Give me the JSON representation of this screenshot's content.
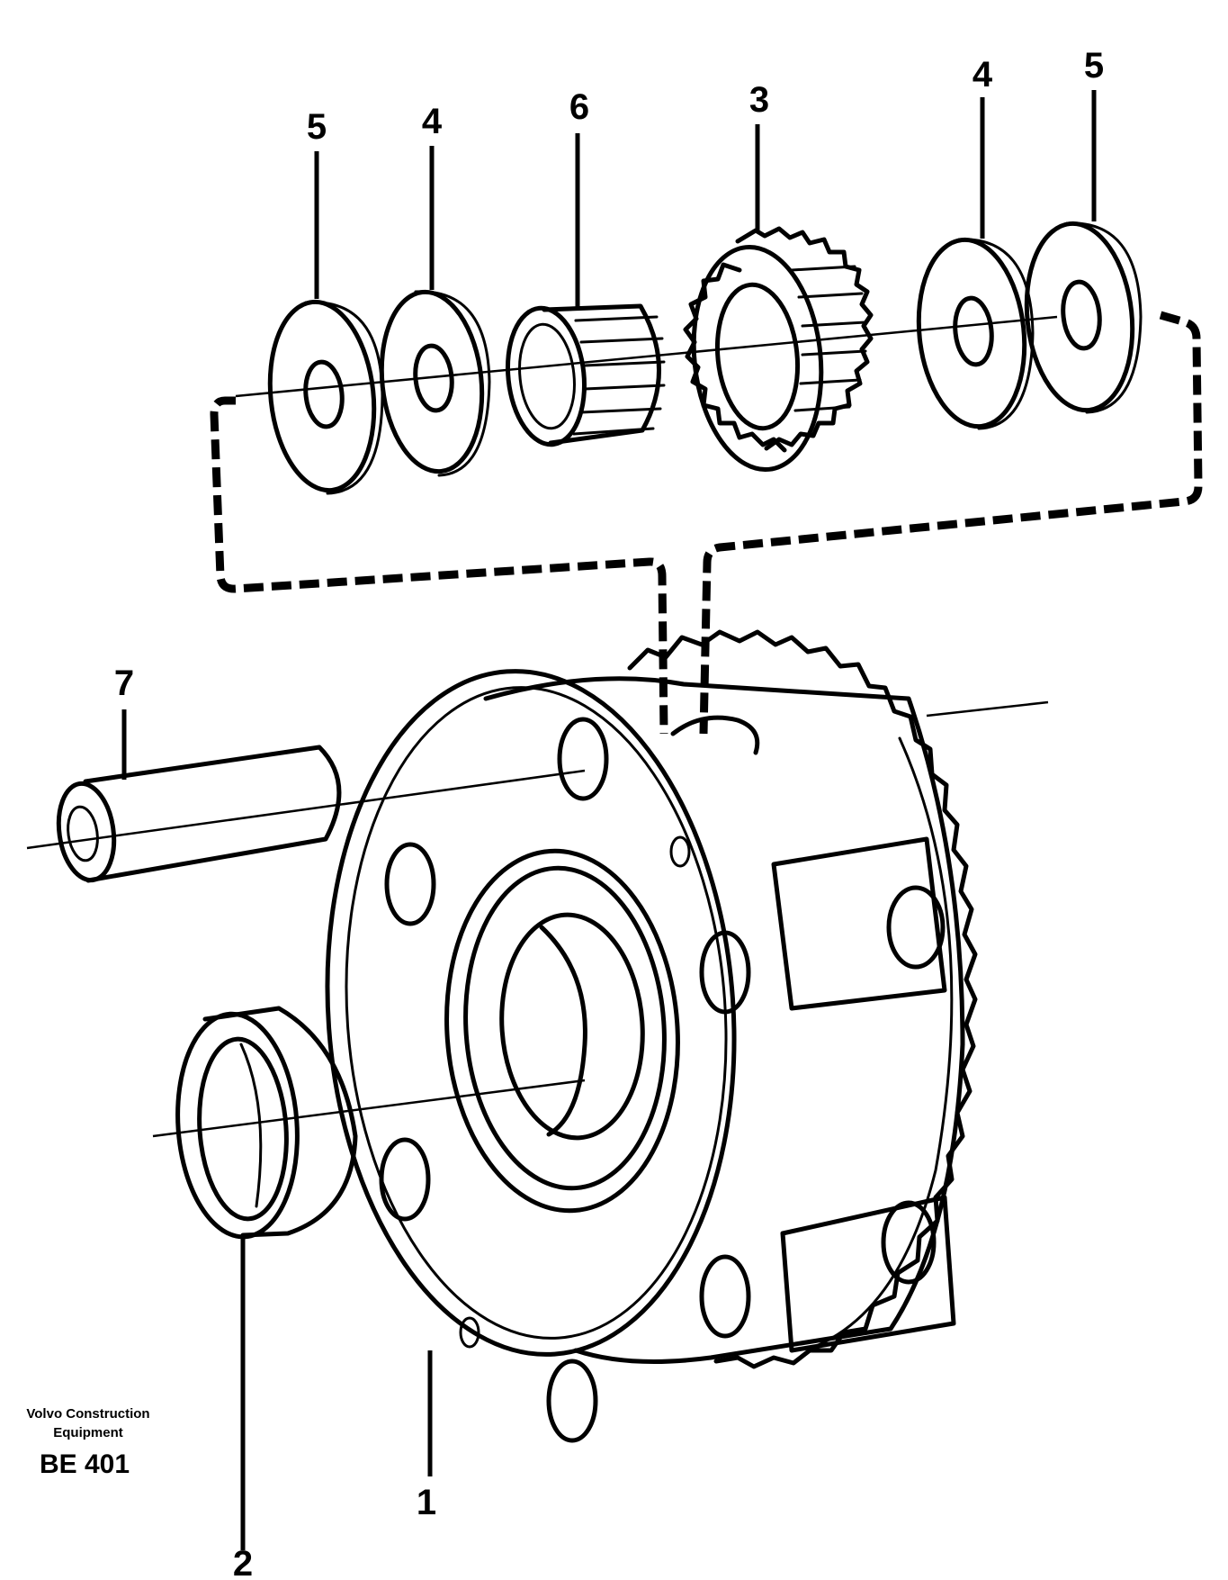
{
  "callouts": {
    "washer_outer_left": "5",
    "washer_inner_left": "4",
    "needle_bearing": "6",
    "planet_gear": "3",
    "washer_inner_right": "4",
    "washer_outer_right": "5",
    "planet_shaft": "7",
    "bearing_ring": "2",
    "planet_carrier": "1"
  },
  "footer": {
    "brand_line1": "Volvo Construction",
    "brand_line2": "Equipment",
    "code": "BE 401"
  }
}
